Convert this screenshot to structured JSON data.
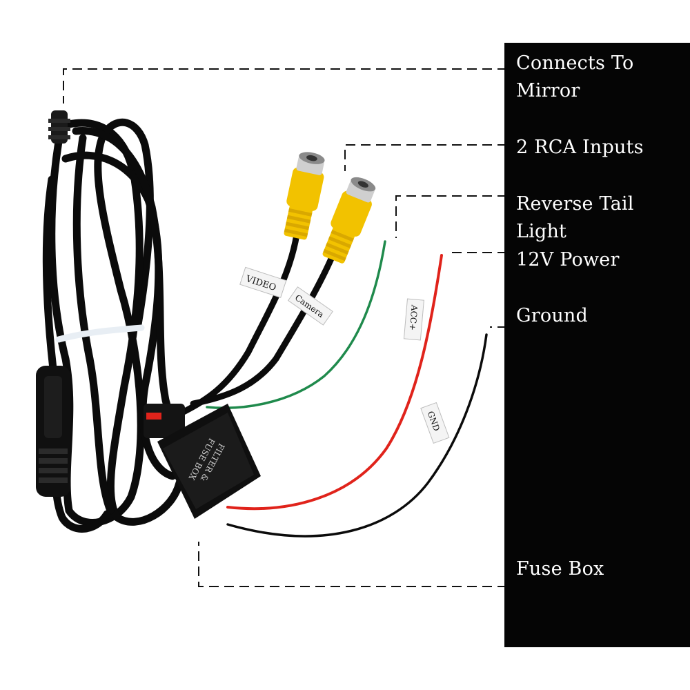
{
  "callouts": {
    "mirror": "Connects To\nMirror",
    "rca": "2 RCA Inputs",
    "reverse": "Reverse Tail Light",
    "power": "12V Power",
    "ground": "Ground",
    "fuse": "Fuse Box"
  },
  "tags": {
    "video": "VIDEO",
    "camera": "Camera",
    "acc": "ACC+",
    "gnd": "GND",
    "fusebox_line1": "FILTER &",
    "fusebox_line2": "FUSE BOX"
  },
  "colors": {
    "background": "#ffffff",
    "panel": "#050505",
    "panel_text": "#ffffff",
    "cable": "#0b0b0b",
    "rca_yellow": "#f2c200",
    "wire_green": "#1f8a4c",
    "wire_red": "#e0231b",
    "tie": "#e8eef4"
  }
}
